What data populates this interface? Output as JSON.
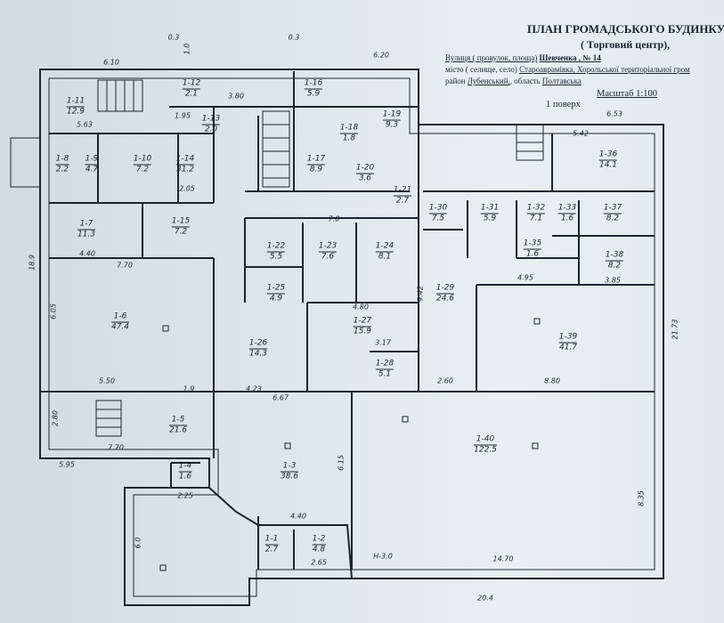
{
  "header": {
    "title": "ПЛАН ГРОМАДСЬКОГО БУДИНКУ",
    "subtitle": "( Торговий центр),",
    "street_label": "Вулиця ( провулок, площа)",
    "street_value": "Шевченка , № 14",
    "city_label": "місто ( селище, село)",
    "city_value": "Староаврамівка, Хорольської територіальної гром",
    "district_label": "район",
    "district_value": "Лубенський,",
    "region_label": "область",
    "region_value": "Полтавська",
    "scale": "Масштаб 1:100",
    "floor": "1 поверх"
  },
  "rooms": [
    {
      "id": "1-11",
      "area": "12.9"
    },
    {
      "id": "1-12",
      "area": "2.1"
    },
    {
      "id": "1-16",
      "area": "5.9"
    },
    {
      "id": "1-19",
      "area": "9.3"
    },
    {
      "id": "1-13",
      "area": "2.0"
    },
    {
      "id": "1-14",
      "area": "31.2"
    },
    {
      "id": "1-17",
      "area": "8.9"
    },
    {
      "id": "1-18",
      "area": "1.8"
    },
    {
      "id": "1-20",
      "area": "3.6"
    },
    {
      "id": "1-21",
      "area": "2.7"
    },
    {
      "id": "1-8",
      "area": "2.2"
    },
    {
      "id": "1-9",
      "area": "4.7"
    },
    {
      "id": "1-10",
      "area": "7.2"
    },
    {
      "id": "1-7",
      "area": "11.3"
    },
    {
      "id": "1-15",
      "area": "7.2"
    },
    {
      "id": "1-22",
      "area": "5.5"
    },
    {
      "id": "1-23",
      "area": "7.6"
    },
    {
      "id": "1-24",
      "area": "8.1"
    },
    {
      "id": "1-25",
      "area": "4.9"
    },
    {
      "id": "1-6",
      "area": "47.4"
    },
    {
      "id": "1-26",
      "area": "14.3"
    },
    {
      "id": "1-27",
      "area": "15.9"
    },
    {
      "id": "1-28",
      "area": "5.1"
    },
    {
      "id": "1-29",
      "area": "24.6"
    },
    {
      "id": "1-30",
      "area": "7.5"
    },
    {
      "id": "1-31",
      "area": "5.9"
    },
    {
      "id": "1-32",
      "area": "7.1"
    },
    {
      "id": "1-33",
      "area": "1.6"
    },
    {
      "id": "1-35",
      "area": "1.6"
    },
    {
      "id": "1-36",
      "area": "14.1"
    },
    {
      "id": "1-37",
      "area": "8.2"
    },
    {
      "id": "1-38",
      "area": "8.2"
    },
    {
      "id": "1-39",
      "area": "41.7"
    },
    {
      "id": "1-40",
      "area": "122.5"
    },
    {
      "id": "1-5",
      "area": "21.6"
    },
    {
      "id": "1-4",
      "area": "1.6"
    },
    {
      "id": "1-3",
      "area": "38.6"
    },
    {
      "id": "1-1",
      "area": "2.7"
    },
    {
      "id": "1-2",
      "area": "4.8"
    }
  ],
  "dimensions": [
    "6.10",
    "0.3",
    "1.0",
    "0.3",
    "6.20",
    "3.80",
    "5.63",
    "7.70",
    "5.50",
    "1.9",
    "4.23",
    "6.67",
    "2.60",
    "8.80",
    "21.73",
    "8.35",
    "14.70",
    "20.4",
    "H-3.0",
    "6.53",
    "5.42",
    "4.95",
    "3.85",
    "18.9",
    "6.05",
    "2.80",
    "7.70",
    "5.95",
    "2.25",
    "4.40",
    "2.65",
    "6.0",
    "6.15",
    "9.42",
    "4.40",
    "1.95",
    "2.05",
    "7.0",
    "3.17",
    "4.80"
  ],
  "colors": {
    "paper": "#dfe5ec",
    "lines": "#1c2430"
  }
}
